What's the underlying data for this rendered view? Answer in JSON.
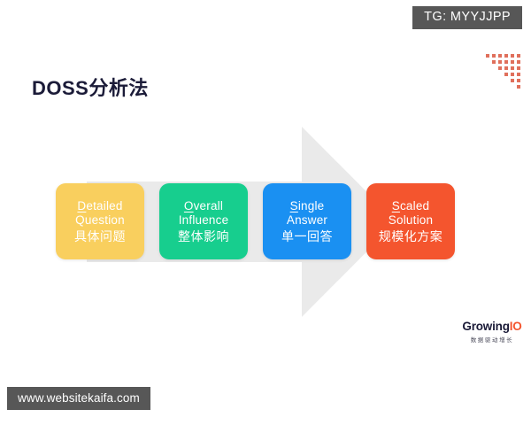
{
  "slide": {
    "title": "DOSS分析法",
    "background_color": "#FFFFFF",
    "title_color": "#1B1B38"
  },
  "overlays": {
    "tg_tag": "TG: MYYJJPP",
    "watermark": "www.websitekaifa.com",
    "overlay_bg_color": "#575757"
  },
  "decoration": {
    "dot_triangle_name": "dot-triangle-decoration",
    "dot_color": "#E0705C",
    "rows": [
      6,
      5,
      4,
      3,
      2,
      1
    ]
  },
  "arrow": {
    "name": "process-arrow",
    "color": "#EAEAEA",
    "direction": "right"
  },
  "cards": [
    {
      "initial": "D",
      "line1_rest": "etailed",
      "line2": "Question",
      "chinese": "具体问题",
      "color": "#F9CF5E"
    },
    {
      "initial": "O",
      "line1_rest": "verall",
      "line2": "Influence",
      "chinese": "整体影响",
      "color": "#17CE8E"
    },
    {
      "initial": "S",
      "line1_rest": "ingle",
      "line2": "Answer",
      "chinese": "单一回答",
      "color": "#1A90F2"
    },
    {
      "initial": "S",
      "line1_rest": "caled",
      "line2": "Solution",
      "chinese": "规模化方案",
      "color": "#F4552E"
    }
  ],
  "logo": {
    "text_main": "Growing",
    "text_accent": "IO",
    "tagline": "数据驱动增长",
    "accent_color": "#F4552E"
  }
}
